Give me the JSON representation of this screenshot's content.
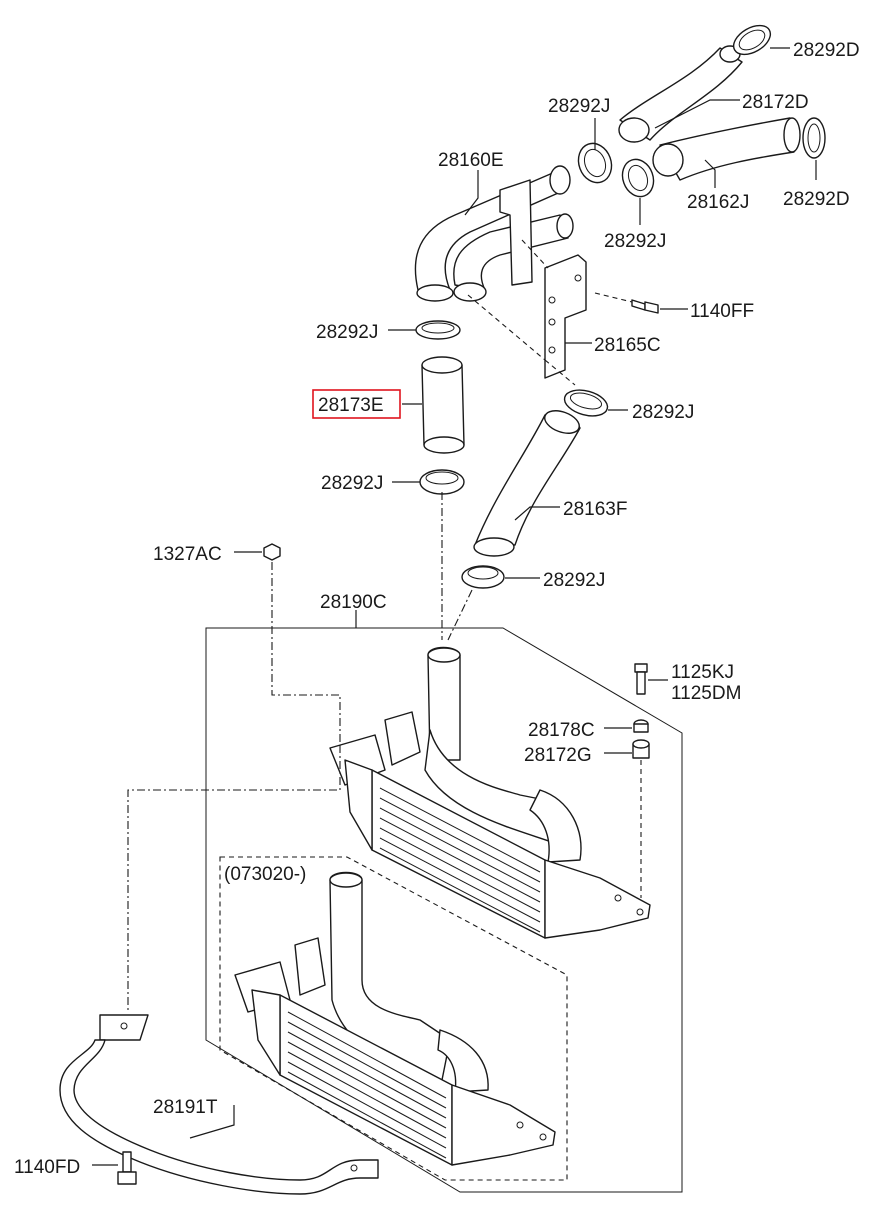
{
  "labels": {
    "p28292D_top": "28292D",
    "p28172D": "28172D",
    "p28292J_upper": "28292J",
    "p28160E": "28160E",
    "p28292D_right": "28292D",
    "p28162J": "28162J",
    "p28292J_mid": "28292J",
    "p1140FF": "1140FF",
    "p28292J_left": "28292J",
    "p28165C": "28165C",
    "p28173E": "28173E",
    "p28292J_right": "28292J",
    "p28292J_lower": "28292J",
    "p28163F": "28163F",
    "p1327AC": "1327AC",
    "p28292J_bottom": "28292J",
    "p28190C": "28190C",
    "p1125KJ": "1125KJ",
    "p1125DM": "1125DM",
    "p28178C": "28178C",
    "p28172G": "28172G",
    "p073020": "(073020-)",
    "p28191T": "28191T",
    "p1140FD": "1140FD"
  },
  "highlight": {
    "part": "28173E",
    "color": "#e0141e"
  }
}
